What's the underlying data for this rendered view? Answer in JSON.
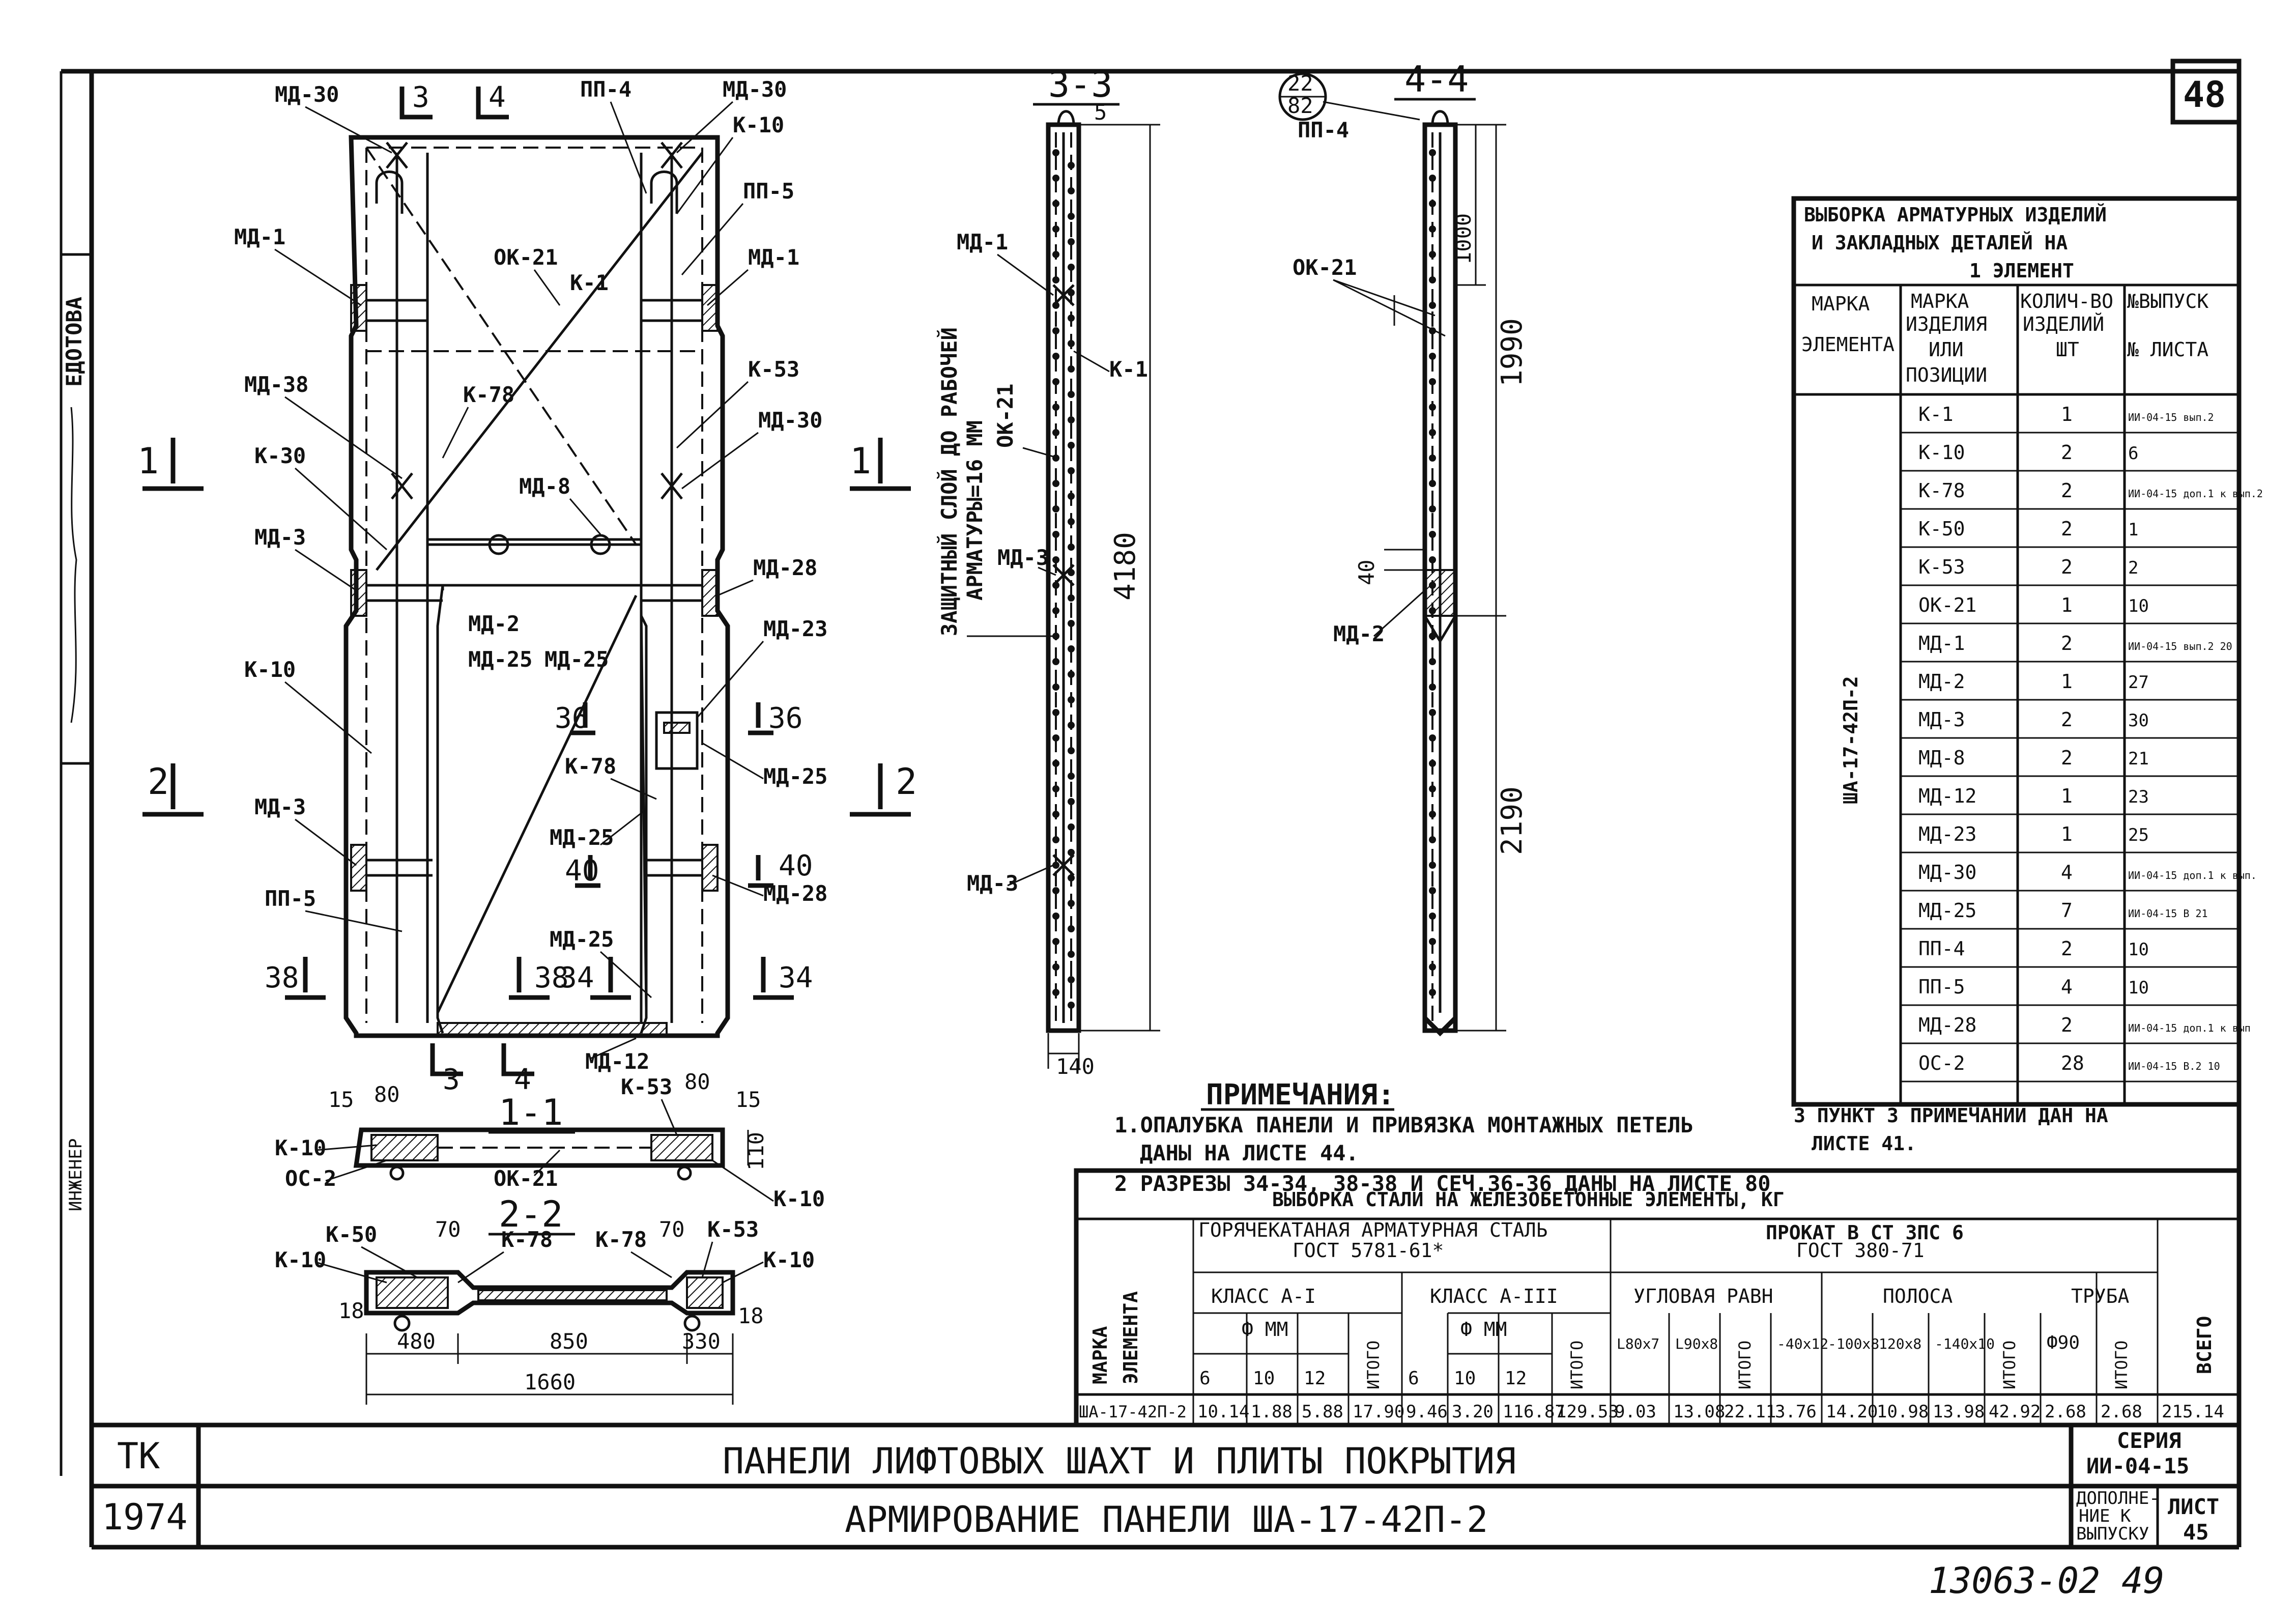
{
  "sheet_number": "48",
  "stamp": "13063-02 49",
  "sections": {
    "s33": "3-3",
    "s44": "4-4",
    "s11": "1-1",
    "s22": "2-2",
    "cut3": "3",
    "cut4": "4",
    "cut1": "1",
    "cut2": "2",
    "cut36": "36",
    "cut38": "38",
    "cut34": "34",
    "cut40": "40"
  },
  "node_circle": {
    "top": "22",
    "bottom": "82"
  },
  "labels": {
    "md30": "МД-30",
    "pp4": "ПП-4",
    "md1": "МД-1",
    "ok21": "ОК-21",
    "k1": "К-1",
    "k10": "К-10",
    "pp5": "ПП-5",
    "md38": "МД-38",
    "k78": "К-78",
    "k53": "К-53",
    "k30": "К-30",
    "md8": "МД-8",
    "md3": "МД-3",
    "md2": "МД-2",
    "md28": "МД-28",
    "md25": "МД-25",
    "md23": "МД-23",
    "md12": "МД-12",
    "oc2": "ОС-2",
    "k50": "К-50"
  },
  "protect_note": [
    "ЗАЩИТНЫЙ СЛОЙ ДО РАБОЧЕЙ",
    "АРМАТУРЫ=16 ММ"
  ],
  "dims": {
    "d4180": "4180",
    "d1990": "1990",
    "d1000": "1000",
    "d2190": "2190",
    "d40": "40",
    "d140": "140",
    "d5": "5",
    "d80": "80",
    "d15": "15",
    "d110": "110",
    "d70": "70",
    "d18": "18",
    "d480": "480",
    "d850": "850",
    "d330": "330",
    "d1660": "1660"
  },
  "side_stamp": [
    "ЕДОТОВА",
    "ИНЖЕНЕР"
  ],
  "notes": {
    "title": "ПРИМЕЧАНИЯ:",
    "items": [
      "1.ОПАЛУБКА ПАНЕЛИ И ПРИВЯЗКА МОНТАЖНЫХ ПЕТЕЛЬ",
      "ДАНЫ НА ЛИСТЕ 44.",
      "2 РАЗРЕЗЫ 34-34, 38-38 И СЕЧ.36-36 ДАНЫ НА ЛИСТЕ 80"
    ]
  },
  "selection": {
    "title": [
      "ВЫБОРКА АРМАТУРНЫХ ИЗДЕЛИЙ",
      "И ЗАКЛАДНЫХ ДЕТАЛЕЙ НА",
      "1 ЭЛЕМЕНТ"
    ],
    "headers": {
      "mark": [
        "МАРКА",
        "ЭЛЕМЕНТА"
      ],
      "item": [
        "МАРКА",
        "ИЗДЕЛИЯ",
        "ИЛИ",
        "ПОЗИЦИИ"
      ],
      "qty": [
        "КОЛИЧ-ВО",
        "ИЗДЕЛИЙ",
        "ШТ"
      ],
      "ref": [
        "№ВЫПУСК",
        "№ ЛИСТА"
      ]
    },
    "element": "ША-17-42П-2",
    "rows": [
      {
        "item": "К-1",
        "qty": "1",
        "ref": "ИИ-04-15 вып.2"
      },
      {
        "item": "К-10",
        "qty": "2",
        "ref": "6"
      },
      {
        "item": "К-78",
        "qty": "2",
        "ref": "ИИ-04-15 доп.1 к вып.2"
      },
      {
        "item": "К-50",
        "qty": "2",
        "ref": "1"
      },
      {
        "item": "К-53",
        "qty": "2",
        "ref": "2"
      },
      {
        "item": "ОК-21",
        "qty": "1",
        "ref": "10"
      },
      {
        "item": "МД-1",
        "qty": "2",
        "ref": "ИИ-04-15 вып.2 20"
      },
      {
        "item": "МД-2",
        "qty": "1",
        "ref": "27"
      },
      {
        "item": "МД-3",
        "qty": "2",
        "ref": "30"
      },
      {
        "item": "МД-8",
        "qty": "2",
        "ref": "21"
      },
      {
        "item": "МД-12",
        "qty": "1",
        "ref": "23"
      },
      {
        "item": "МД-23",
        "qty": "1",
        "ref": "25"
      },
      {
        "item": "МД-30",
        "qty": "4",
        "ref": "ИИ-04-15 доп.1 к вып."
      },
      {
        "item": "МД-25",
        "qty": "7",
        "ref": "ИИ-04-15 В 21"
      },
      {
        "item": "ПП-4",
        "qty": "2",
        "ref": "10"
      },
      {
        "item": "ПП-5",
        "qty": "4",
        "ref": "10"
      },
      {
        "item": "МД-28",
        "qty": "2",
        "ref": "ИИ-04-15 доп.1 к вып"
      },
      {
        "item": "ОС-2",
        "qty": "28",
        "ref": "ИИ-04-15 В.2 10"
      }
    ],
    "footnote": [
      "3 ПУНКТ 3 ПРИМЕЧАНИИ ДАН НА",
      "ЛИСТЕ 41."
    ]
  },
  "steel": {
    "title": "ВЫБОРКА СТАЛИ НА ЖЕЛЕЗОБЕТОННЫЕ ЭЛЕМЕНТЫ, КГ",
    "mark_header": [
      "МАРКА",
      "ЭЛЕМЕНТА"
    ],
    "hot_rolled": [
      "ГОРЯЧЕКАТАНАЯ АРМАТУРНАЯ СТАЛЬ",
      "ГОСТ 5781-61*"
    ],
    "rolled": [
      "ПРОКАТ В СТ 3ПС 6",
      "ГОСТ 380-71"
    ],
    "class_a1": "КЛАСС А-I",
    "class_a3": "КЛАСС А-III",
    "dia": "Ф ММ",
    "angle": "УГЛОВАЯ РАВН",
    "strip": "ПОЛОСА",
    "pipe": "ТРУБА",
    "total_label": "ИТОГО",
    "grand_label": "ВСЕГО",
    "sub_a1": [
      "6",
      "10",
      "12"
    ],
    "sub_a3": [
      "6",
      "10",
      "12"
    ],
    "sub_angle": [
      "L80x7",
      "L90x8"
    ],
    "sub_strip": [
      "-40x12",
      "-100x8",
      "120x8",
      "-140x10"
    ],
    "sub_pipe": "Ф90",
    "row_mark": "ША-17-42П-2",
    "values": [
      "10.14",
      "1.88",
      "5.88",
      "17.90",
      "9.46",
      "3.20",
      "116.87",
      "129.53",
      "9.03",
      "13.08",
      "22.11",
      "3.76",
      "14.20",
      "10.98",
      "13.98",
      "42.92",
      "2.68",
      "2.68",
      "215.14"
    ]
  },
  "title_block": {
    "org": "ТК",
    "year": "1974",
    "main_title": "ПАНЕЛИ ЛИФТОВЫХ ШАХТ И ПЛИТЫ ПОКРЫТИЯ",
    "subtitle": "АРМИРОВАНИЕ ПАНЕЛИ ША-17-42П-2",
    "series_label": "СЕРИЯ",
    "series": "ИИ-04-15",
    "issue_label": [
      "ДОПОЛНЕ-",
      "НИЕ К",
      "ВЫПУСКУ"
    ],
    "sheet_label": "ЛИСТ",
    "sheet": "45"
  }
}
